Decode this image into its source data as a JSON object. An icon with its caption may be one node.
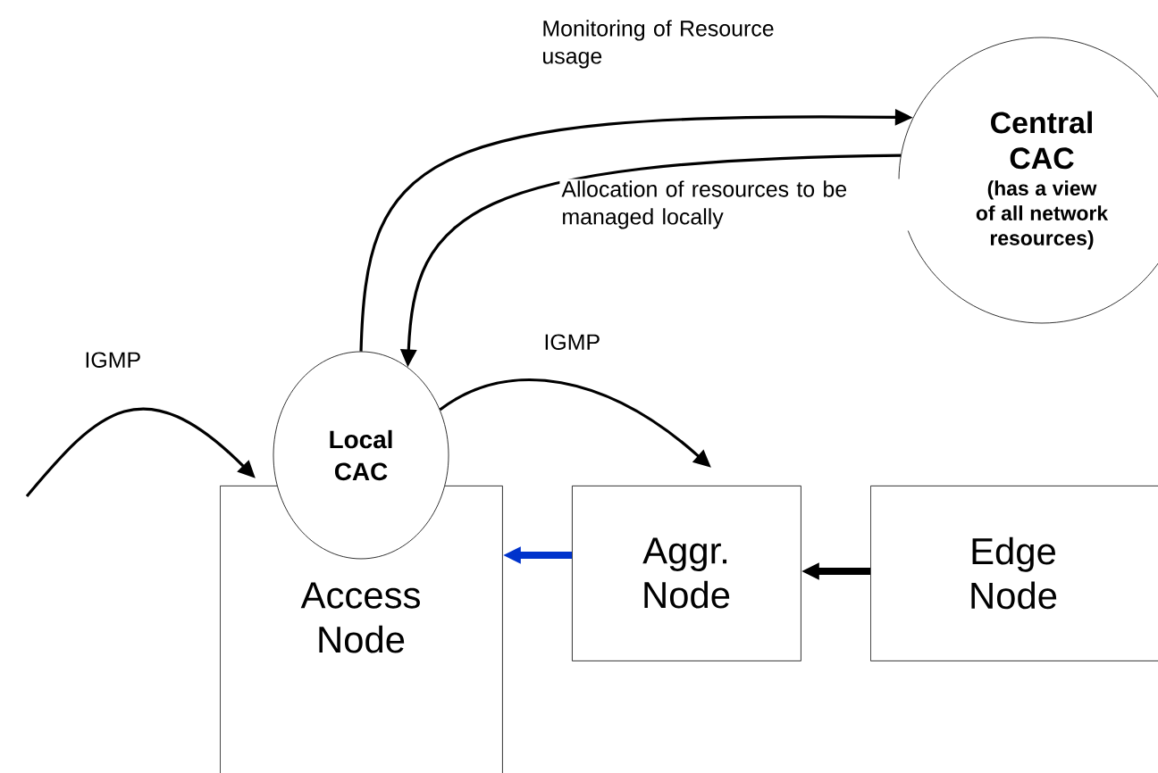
{
  "diagram": {
    "nodes": [
      {
        "text": [
          "Central CAC",
          "(has a view of all network resources)"
        ]
      },
      {
        "text": [
          "Access Node"
        ]
      },
      {
        "text": [
          "Local CAC"
        ]
      },
      {
        "text": [
          "Aggr. Node"
        ]
      },
      {
        "text": [
          "Edge Node"
        ]
      }
    ],
    "edges": [
      {
        "from": 2,
        "to": 0,
        "arrow": "to",
        "label": "Monitoring of Resource usage"
      },
      {
        "from": 0,
        "to": 2,
        "arrow": "to",
        "label": "Allocation of resources to be managed locally"
      },
      {
        "from": null,
        "to": 1,
        "arrow": "to",
        "label": "IGMP"
      },
      {
        "from": 2,
        "to": 3,
        "arrow": "to",
        "label": "IGMP"
      },
      {
        "from": 3,
        "to": 1,
        "arrow": "to",
        "style": "thick",
        "color": "#0033cc"
      },
      {
        "from": 4,
        "to": 3,
        "arrow": "to",
        "style": "thick"
      }
    ]
  }
}
